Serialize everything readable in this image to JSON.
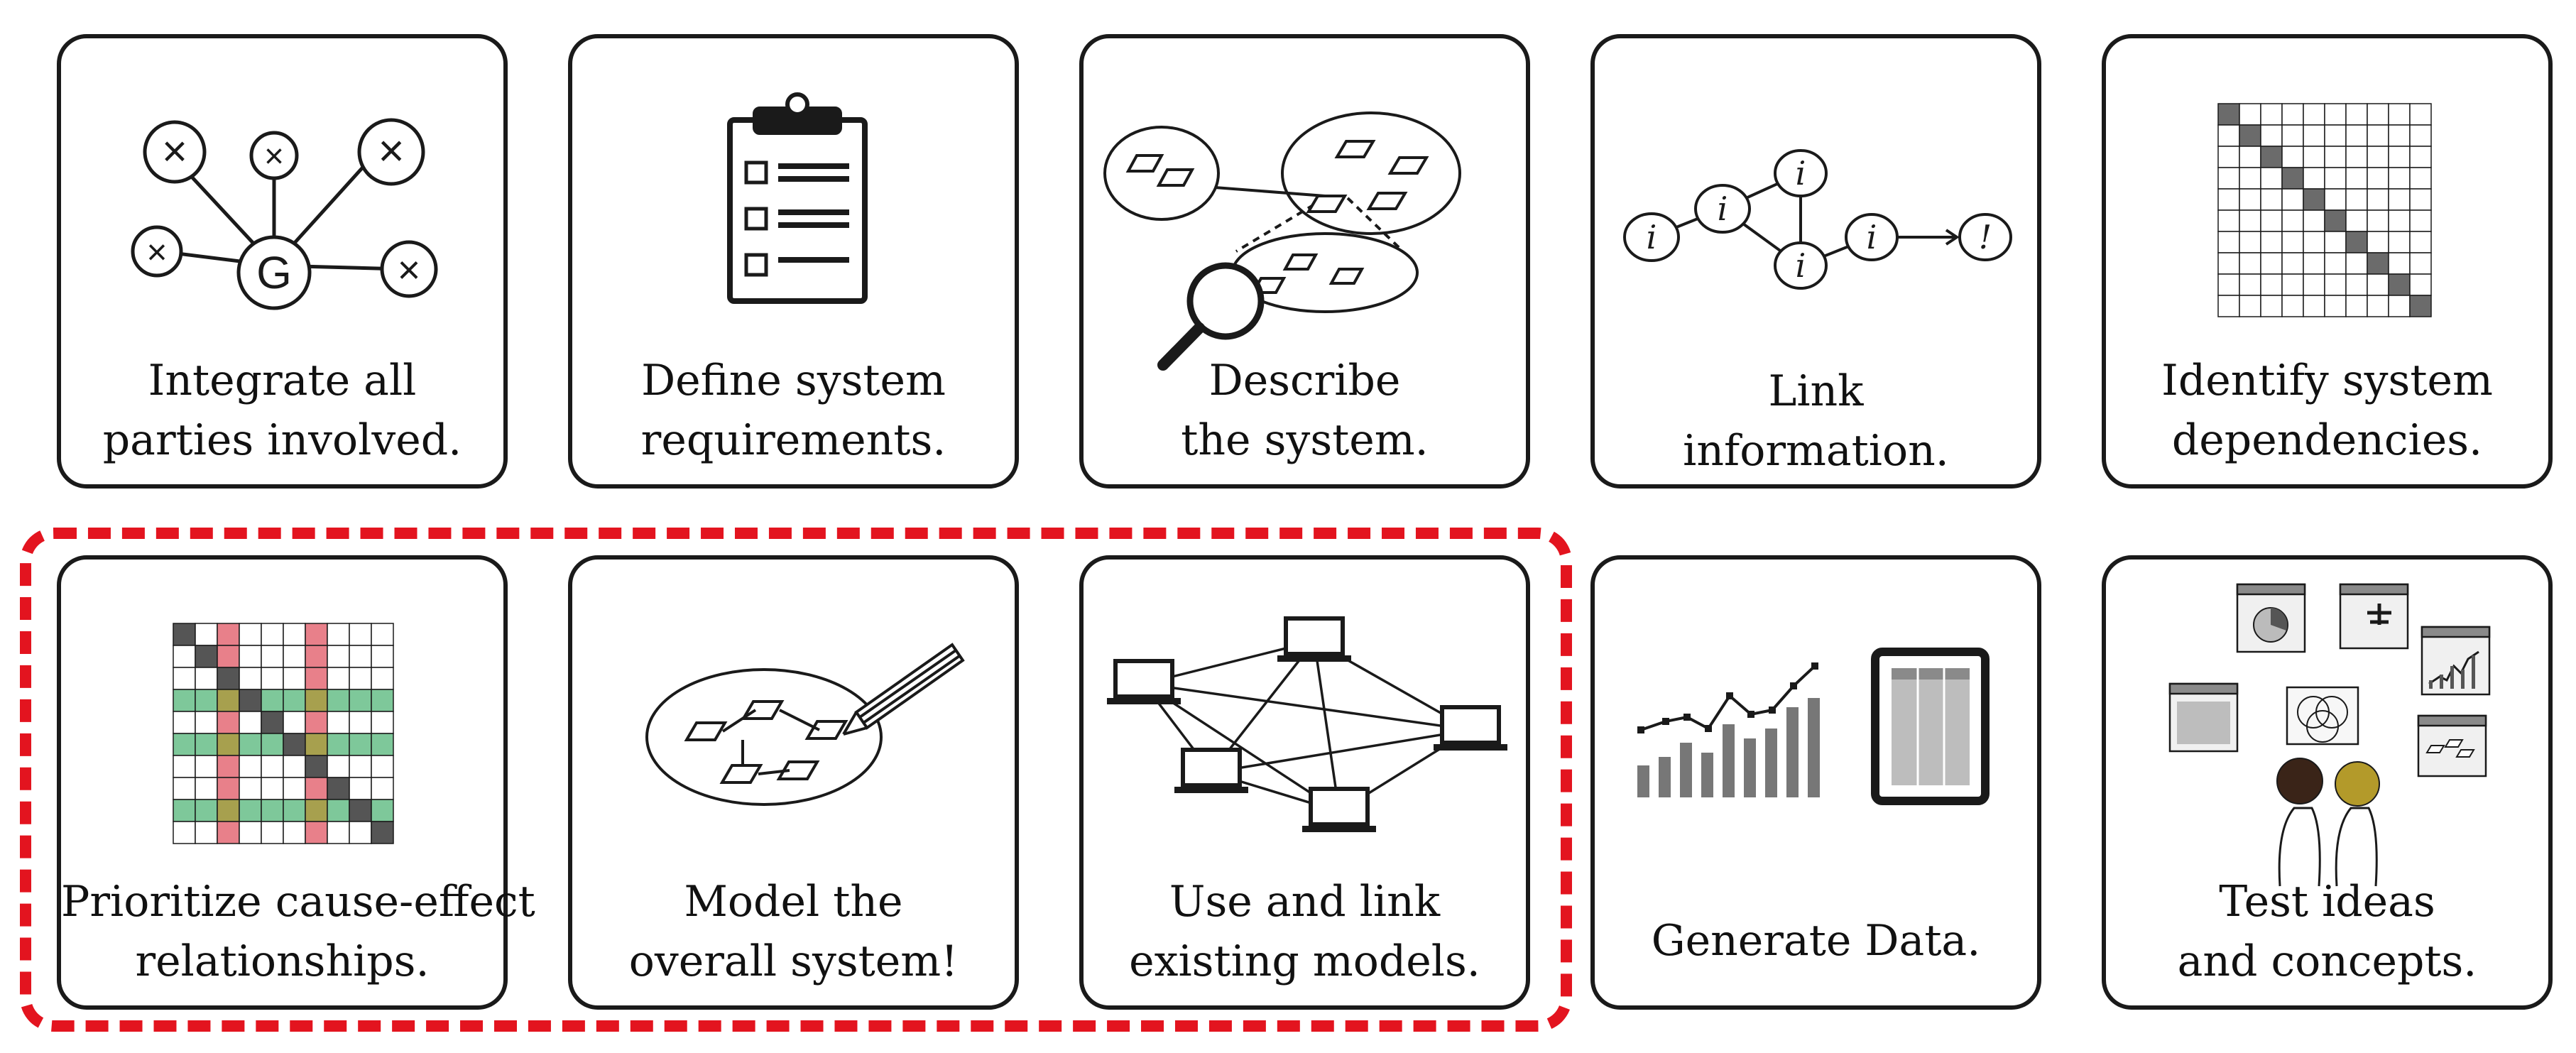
{
  "colors": {
    "highlight": "#e3141f",
    "stroke": "#1a1a1a",
    "dark_cell": "#555555",
    "pink_cell": "#e8808a",
    "green_cell": "#7ec89a",
    "olive_cell": "#a7a04e",
    "gray_bar": "#777777",
    "face_dark": "#3a2418",
    "face_gold": "#b39a2a"
  },
  "highlight_group": {
    "cards": [
      "prioritize",
      "model",
      "existing-models"
    ]
  },
  "cards": [
    {
      "id": "integrate",
      "icon": "graph-stakeholders-icon",
      "lines": [
        "Integrate all",
        "parties involved."
      ]
    },
    {
      "id": "requirements",
      "icon": "clipboard-icon",
      "lines": [
        "Define system",
        "requirements."
      ]
    },
    {
      "id": "describe",
      "icon": "system-magnifier-icon",
      "lines": [
        "Describe",
        "the system."
      ]
    },
    {
      "id": "link",
      "icon": "info-network-icon",
      "lines": [
        "Link",
        "information."
      ]
    },
    {
      "id": "dependencies",
      "icon": "dependency-matrix-icon",
      "lines": [
        "Identify system",
        "dependencies."
      ]
    },
    {
      "id": "prioritize",
      "icon": "colored-matrix-icon",
      "lines": [
        "Prioritize cause-effect",
        "relationships."
      ]
    },
    {
      "id": "model",
      "icon": "pencil-model-icon",
      "lines": [
        "Model the",
        "overall system!"
      ]
    },
    {
      "id": "existing-models",
      "icon": "laptop-network-icon",
      "lines": [
        "Use and link",
        "existing models."
      ]
    },
    {
      "id": "generate",
      "icon": "data-charts-icon",
      "lines": [
        "Generate Data."
      ]
    },
    {
      "id": "test",
      "icon": "people-ideas-icon",
      "lines": [
        "Test ideas",
        "and concepts."
      ]
    }
  ],
  "icon_text": {
    "hub": "G",
    "spoke": "×",
    "info": "i",
    "exclaim": "!"
  }
}
